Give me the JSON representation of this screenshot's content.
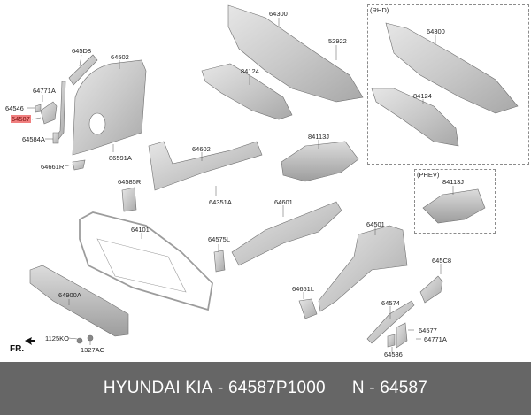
{
  "diagram": {
    "highlight_color": "#f07f7f",
    "direction_label": "FR.",
    "boxes": [
      {
        "title": "(RHD)"
      },
      {
        "title": "(PHEV)"
      }
    ],
    "labels": [
      {
        "id": "645D8",
        "text": "645D8"
      },
      {
        "id": "64502",
        "text": "64502"
      },
      {
        "id": "64771A_left",
        "text": "64771A"
      },
      {
        "id": "64546",
        "text": "64546"
      },
      {
        "id": "64587",
        "text": "64587",
        "highlighted": true
      },
      {
        "id": "64584A",
        "text": "64584A"
      },
      {
        "id": "86591A",
        "text": "86591A"
      },
      {
        "id": "64661R",
        "text": "64661R"
      },
      {
        "id": "64300",
        "text": "64300"
      },
      {
        "id": "52922",
        "text": "52922"
      },
      {
        "id": "84124",
        "text": "84124"
      },
      {
        "id": "84113J",
        "text": "84113J"
      },
      {
        "id": "64602",
        "text": "64602"
      },
      {
        "id": "64585R",
        "text": "64585R"
      },
      {
        "id": "64351A",
        "text": "64351A"
      },
      {
        "id": "64601",
        "text": "64601"
      },
      {
        "id": "64101",
        "text": "64101"
      },
      {
        "id": "64575L",
        "text": "64575L"
      },
      {
        "id": "64501",
        "text": "64501"
      },
      {
        "id": "645C8",
        "text": "645C8"
      },
      {
        "id": "64651L",
        "text": "64651L"
      },
      {
        "id": "64574",
        "text": "64574"
      },
      {
        "id": "64577",
        "text": "64577"
      },
      {
        "id": "64771A_right",
        "text": "64771A"
      },
      {
        "id": "64536",
        "text": "64536"
      },
      {
        "id": "64900A",
        "text": "64900A"
      },
      {
        "id": "1125KO",
        "text": "1125KO"
      },
      {
        "id": "1327AC",
        "text": "1327AC"
      },
      {
        "id": "64300_rhd",
        "text": "64300"
      },
      {
        "id": "84124_rhd",
        "text": "84124"
      },
      {
        "id": "84113J_phev",
        "text": "84113J"
      }
    ]
  },
  "footer": {
    "brand": "HYUNDAI KIA",
    "part_number": "64587P1000",
    "separator": " - ",
    "short_label": "N",
    "short_number": "64587"
  }
}
